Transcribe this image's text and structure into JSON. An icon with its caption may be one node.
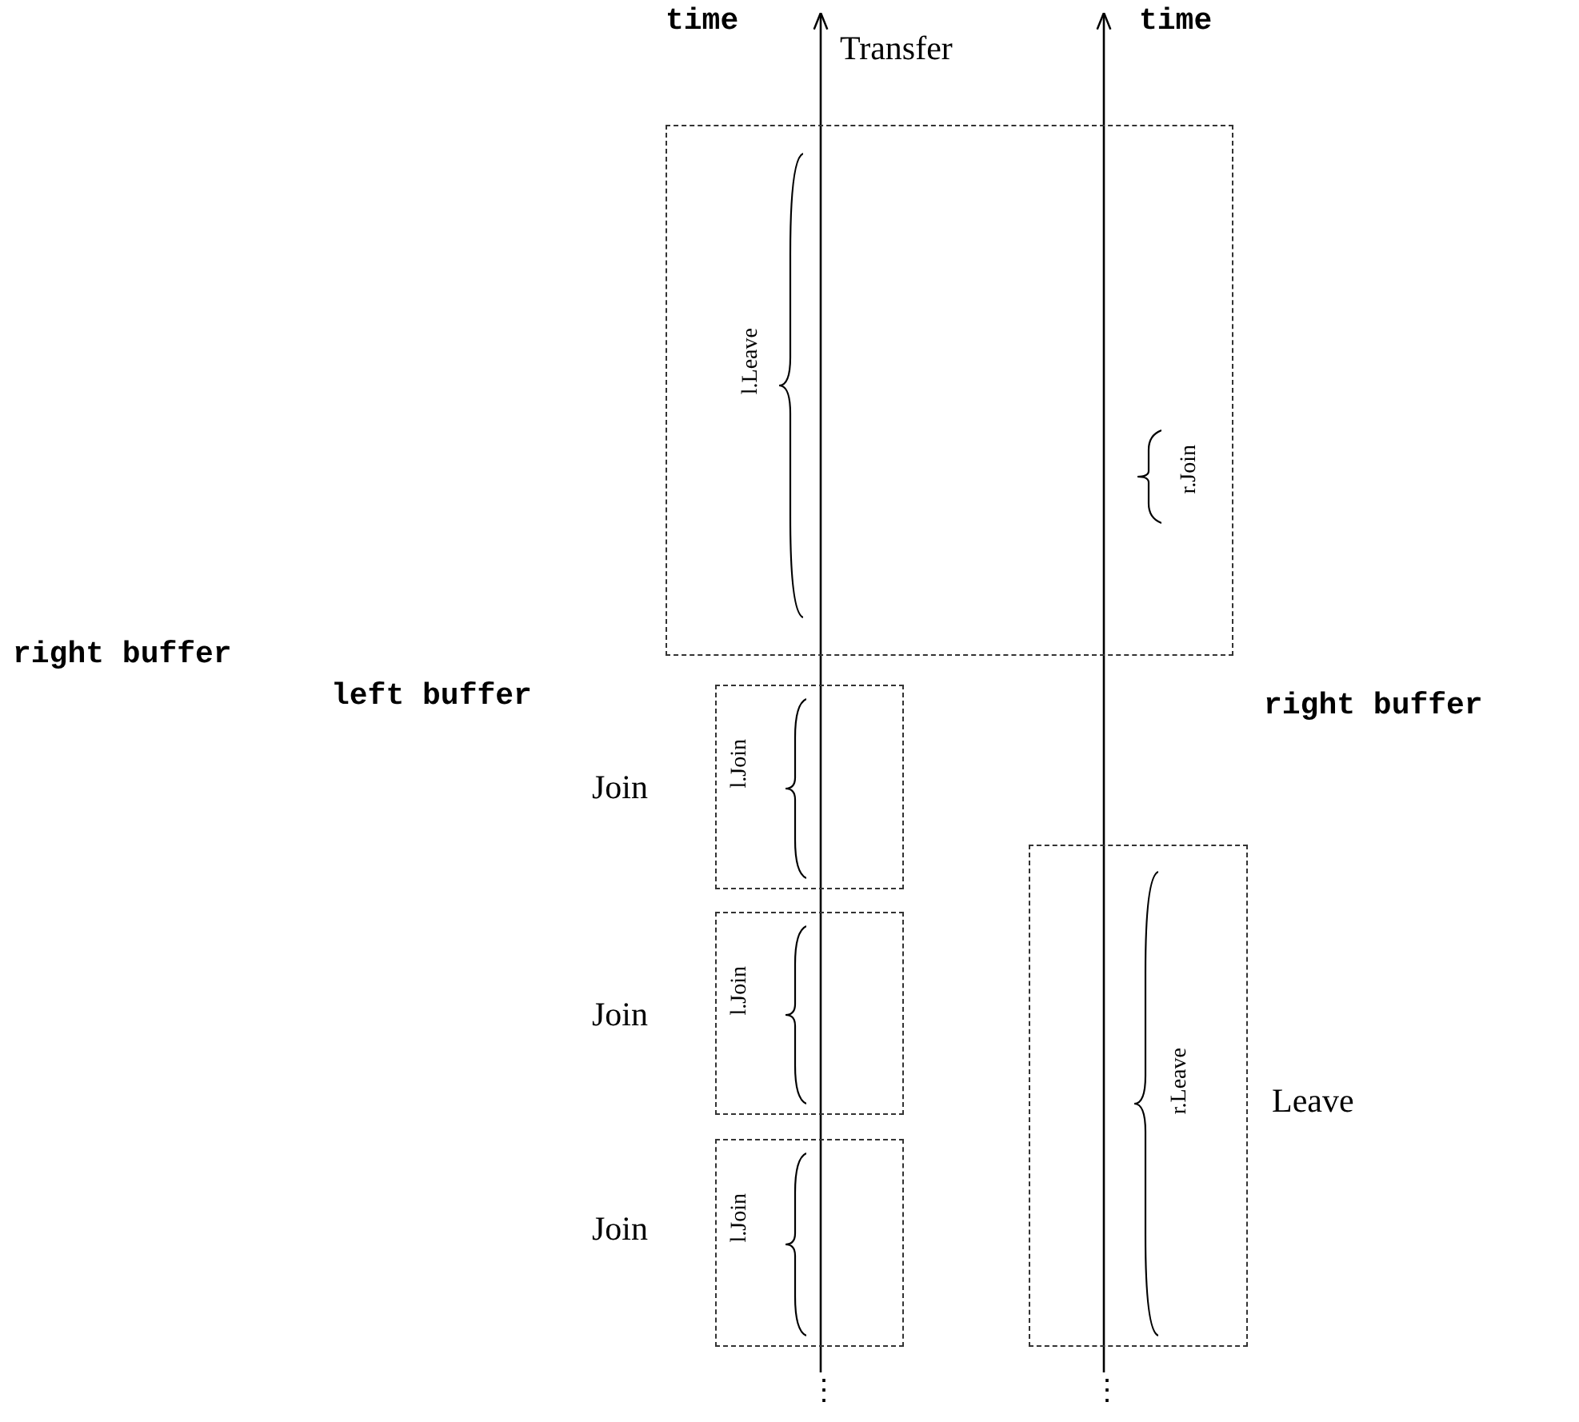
{
  "diagram": {
    "nodes": [
      {
        "text": [
          "Transfer"
        ]
      },
      {
        "text": [
          "l.Leave"
        ],
        "in": 0
      },
      {
        "text": [
          "r.Join"
        ],
        "in": 0
      },
      {
        "text": [
          "Join"
        ]
      },
      {
        "text": [
          "l.Join"
        ],
        "in": 3
      },
      {
        "text": [
          "Join"
        ]
      },
      {
        "text": [
          "l.Join"
        ],
        "in": 5
      },
      {
        "text": [
          "Join"
        ]
      },
      {
        "text": [
          "l.Join"
        ],
        "in": 7
      },
      {
        "text": [
          "Leave"
        ]
      },
      {
        "text": [
          "r.Leave"
        ],
        "in": 9
      }
    ],
    "edges": [],
    "labels": [
      "time",
      "time",
      "right buffer",
      "left buffer",
      "right buffer",
      "⋮",
      "⋮"
    ]
  }
}
